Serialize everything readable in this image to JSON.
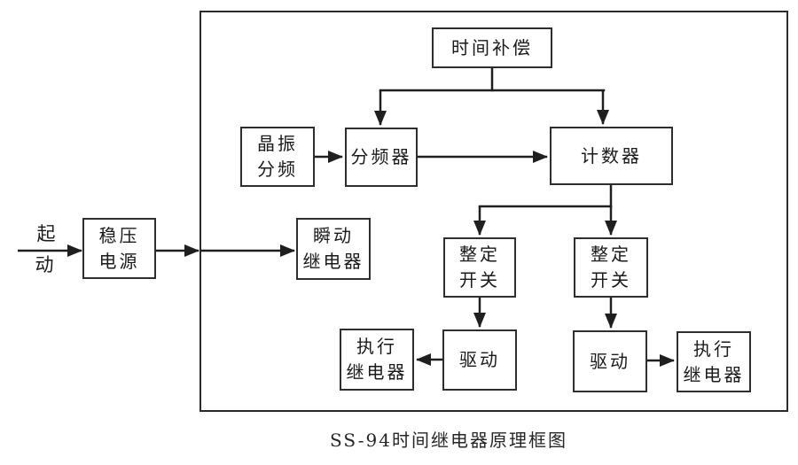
{
  "caption": "SS-94时间继电器原理框图",
  "colors": {
    "line": "#1f1f1f",
    "box_border": "#2e2e2e",
    "box_bg": "#ffffff",
    "background": "#ffffff",
    "text": "#1a1a1a"
  },
  "start_label": {
    "l1": "起",
    "l2": "动"
  },
  "blocks": {
    "time_compensation": {
      "l1": "时间补偿"
    },
    "crystal_osc": {
      "l1": "晶振",
      "l2": "分频"
    },
    "freq_divider": {
      "l1": "分频器"
    },
    "counter": {
      "l1": "计数器"
    },
    "regulated_power": {
      "l1": "稳压",
      "l2": "电源"
    },
    "instant_relay": {
      "l1": "瞬动",
      "l2": "继电器"
    },
    "setting_switch_left": {
      "l1": "整定",
      "l2": "开关"
    },
    "setting_switch_right": {
      "l1": "整定",
      "l2": "开关"
    },
    "exec_relay_left": {
      "l1": "执行",
      "l2": "继电器"
    },
    "drive_left": {
      "l1": "驱动"
    },
    "drive_right": {
      "l1": "驱动"
    },
    "exec_relay_right": {
      "l1": "执行",
      "l2": "继电器"
    }
  }
}
